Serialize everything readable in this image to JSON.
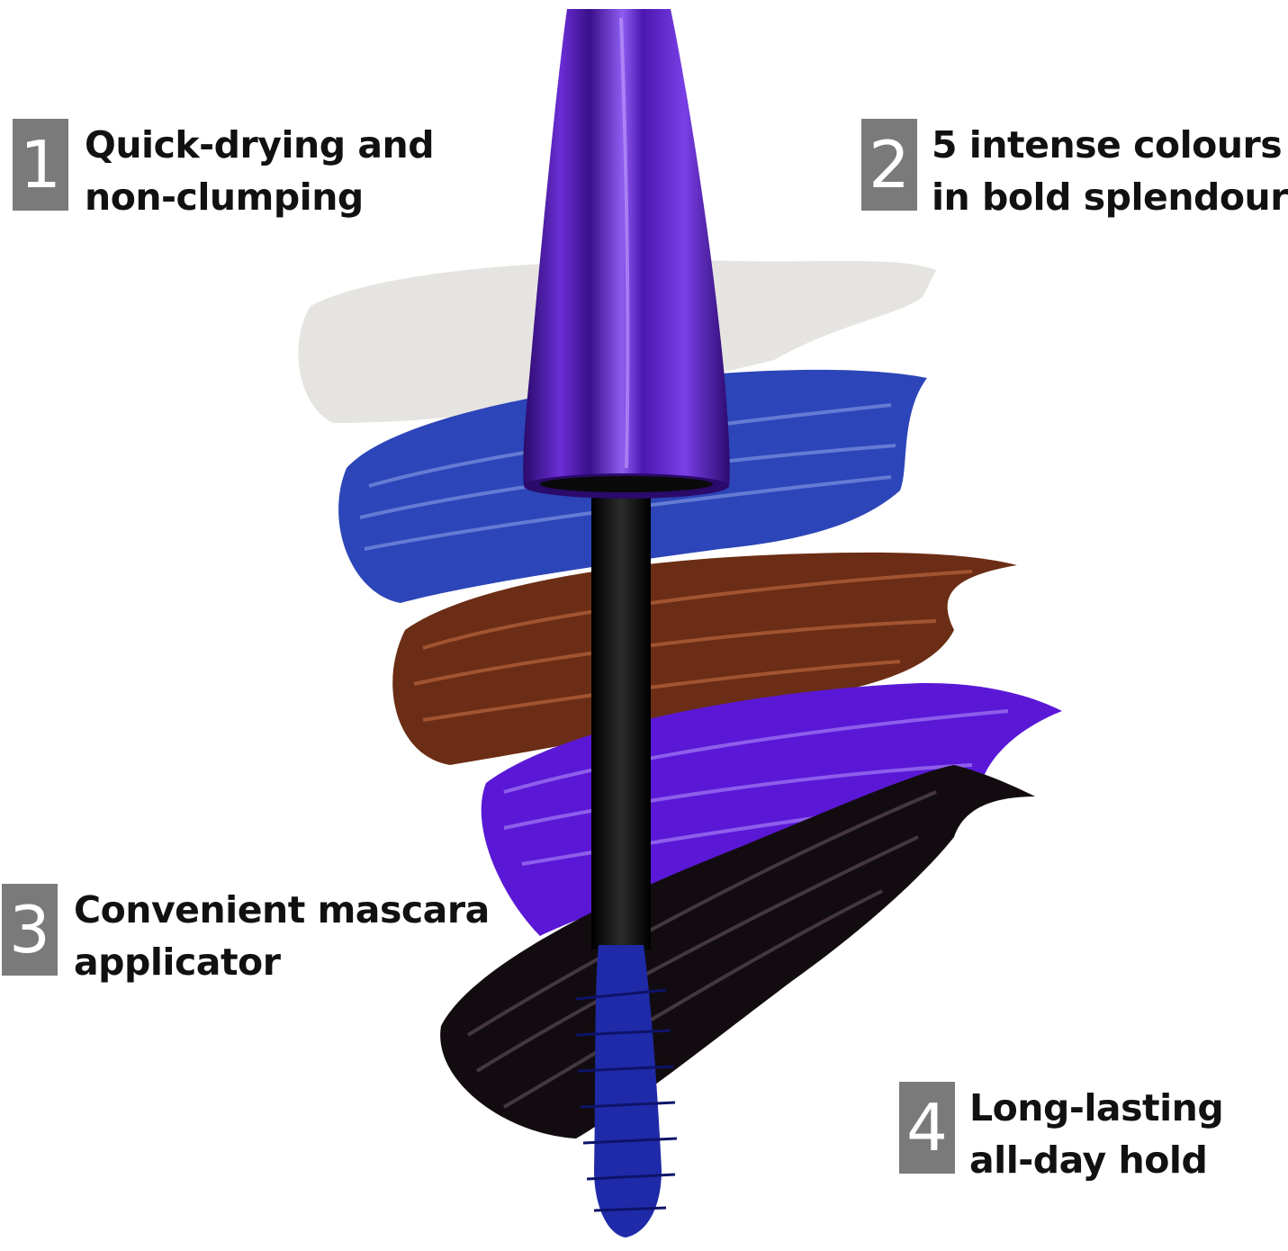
{
  "features": [
    {
      "number": "1",
      "lines": [
        "Quick-drying and",
        "non-clumping"
      ]
    },
    {
      "number": "2",
      "lines": [
        "5 intense colours",
        "in bold splendour"
      ]
    },
    {
      "number": "3",
      "lines": [
        "Convenient mascara",
        "applicator"
      ]
    },
    {
      "number": "4",
      "lines": [
        "Long-lasting",
        "all-day hold"
      ]
    }
  ],
  "swatches": [
    {
      "name": "white",
      "color": "#e6e4e1"
    },
    {
      "name": "blue",
      "color": "#2c45b8"
    },
    {
      "name": "brown",
      "color": "#6b2d15"
    },
    {
      "name": "purple",
      "color": "#5a18d6"
    },
    {
      "name": "black",
      "color": "#120c10"
    }
  ],
  "product": {
    "cap_color": "#5a1fb0",
    "wand_color": "#111111",
    "brush_color": "#1f2aa8"
  }
}
